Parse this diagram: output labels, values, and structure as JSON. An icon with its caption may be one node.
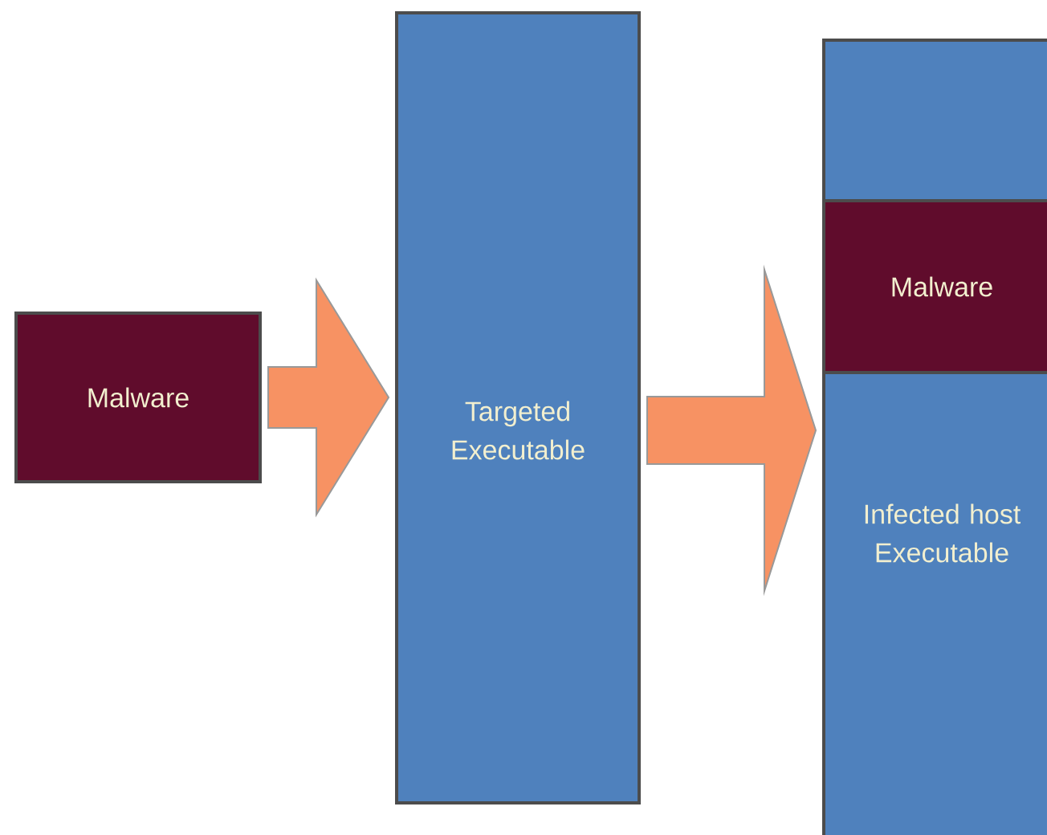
{
  "diagram": {
    "nodes": [
      {
        "text": [
          "Malware"
        ]
      },
      {
        "text": [
          "Targeted Executable"
        ]
      },
      {
        "text": [
          "Infected host Executable"
        ]
      },
      {
        "text": [
          "Malware"
        ],
        "in": 2
      }
    ],
    "edges": [
      {
        "from": 0,
        "to": 1,
        "arrow": "to"
      },
      {
        "from": 1,
        "to": 2,
        "arrow": "to"
      }
    ]
  }
}
